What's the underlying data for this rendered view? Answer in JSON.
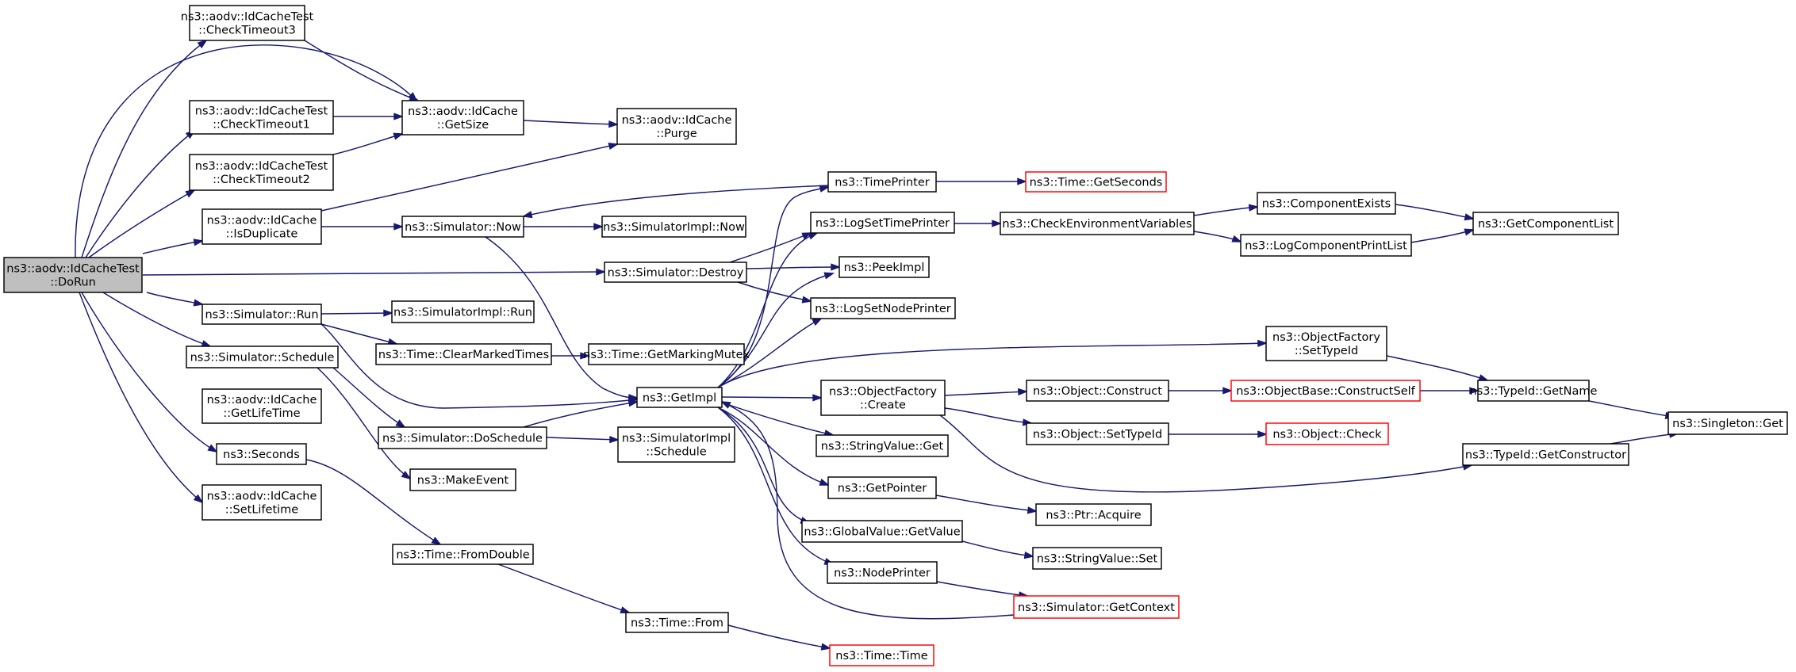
{
  "graph": {
    "edge_color": "#191970",
    "truncated_border_color": "#ff0000",
    "root_fill": "#bfbfbf",
    "nodes": [
      {
        "id": "dorun",
        "lines": [
          "ns3::aodv::IdCacheTest",
          "::DoRun"
        ],
        "root": true
      },
      {
        "id": "ct3",
        "lines": [
          "ns3::aodv::IdCacheTest",
          "::CheckTimeout3"
        ]
      },
      {
        "id": "ct1",
        "lines": [
          "ns3::aodv::IdCacheTest",
          "::CheckTimeout1"
        ]
      },
      {
        "id": "ct2",
        "lines": [
          "ns3::aodv::IdCacheTest",
          "::CheckTimeout2"
        ]
      },
      {
        "id": "isdup",
        "lines": [
          "ns3::aodv::IdCache",
          "::IsDuplicate"
        ]
      },
      {
        "id": "simrun",
        "lines": [
          "ns3::Simulator::Run"
        ]
      },
      {
        "id": "simsched",
        "lines": [
          "ns3::Simulator::Schedule"
        ]
      },
      {
        "id": "getlife",
        "lines": [
          "ns3::aodv::IdCache",
          "::GetLifeTime"
        ]
      },
      {
        "id": "seconds",
        "lines": [
          "ns3::Seconds"
        ]
      },
      {
        "id": "setlife",
        "lines": [
          "ns3::aodv::IdCache",
          "::SetLifetime"
        ]
      },
      {
        "id": "getsize",
        "lines": [
          "ns3::aodv::IdCache",
          "::GetSize"
        ]
      },
      {
        "id": "purge",
        "lines": [
          "ns3::aodv::IdCache",
          "::Purge"
        ]
      },
      {
        "id": "simnow",
        "lines": [
          "ns3::Simulator::Now"
        ]
      },
      {
        "id": "simimplnow",
        "lines": [
          "ns3::SimulatorImpl::Now"
        ]
      },
      {
        "id": "simdestroy",
        "lines": [
          "ns3::Simulator::Destroy"
        ]
      },
      {
        "id": "simimplrun",
        "lines": [
          "ns3::SimulatorImpl::Run"
        ]
      },
      {
        "id": "clearmarked",
        "lines": [
          "ns3::Time::ClearMarkedTimes"
        ]
      },
      {
        "id": "getmarking",
        "lines": [
          "ns3::Time::GetMarkingMutex"
        ]
      },
      {
        "id": "getimpl",
        "lines": [
          "ns3::GetImpl"
        ]
      },
      {
        "id": "doschedule",
        "lines": [
          "ns3::Simulator::DoSchedule"
        ]
      },
      {
        "id": "simimplsched",
        "lines": [
          "ns3::SimulatorImpl",
          "::Schedule"
        ]
      },
      {
        "id": "makeevent",
        "lines": [
          "ns3::MakeEvent"
        ]
      },
      {
        "id": "fromdouble",
        "lines": [
          "ns3::Time::FromDouble"
        ]
      },
      {
        "id": "timefrom",
        "lines": [
          "ns3::Time::From"
        ]
      },
      {
        "id": "timetime",
        "lines": [
          "ns3::Time::Time"
        ],
        "truncated": true
      },
      {
        "id": "timeprinter",
        "lines": [
          "ns3::TimePrinter"
        ]
      },
      {
        "id": "getseconds",
        "lines": [
          "ns3::Time::GetSeconds"
        ],
        "truncated": true
      },
      {
        "id": "logsettime",
        "lines": [
          "ns3::LogSetTimePrinter"
        ]
      },
      {
        "id": "checkenv",
        "lines": [
          "ns3::CheckEnvironmentVariables"
        ]
      },
      {
        "id": "compexists",
        "lines": [
          "ns3::ComponentExists"
        ]
      },
      {
        "id": "logcompprint",
        "lines": [
          "ns3::LogComponentPrintList"
        ]
      },
      {
        "id": "getcomplist",
        "lines": [
          "ns3::GetComponentList"
        ]
      },
      {
        "id": "peekimpl",
        "lines": [
          "ns3::PeekImpl"
        ]
      },
      {
        "id": "logsetnode",
        "lines": [
          "ns3::LogSetNodePrinter"
        ]
      },
      {
        "id": "ofsettypeid",
        "lines": [
          "ns3::ObjectFactory",
          "::SetTypeId"
        ]
      },
      {
        "id": "ofcreate",
        "lines": [
          "ns3::ObjectFactory",
          "::Create"
        ]
      },
      {
        "id": "objconstruct",
        "lines": [
          "ns3::Object::Construct"
        ]
      },
      {
        "id": "constructself",
        "lines": [
          "ns3::ObjectBase::ConstructSelf"
        ],
        "truncated": true
      },
      {
        "id": "typeidgetname",
        "lines": [
          "ns3::TypeId::GetName"
        ]
      },
      {
        "id": "singletonget",
        "lines": [
          "ns3::Singleton::Get"
        ]
      },
      {
        "id": "objsettypeid",
        "lines": [
          "ns3::Object::SetTypeId"
        ]
      },
      {
        "id": "objcheck",
        "lines": [
          "ns3::Object::Check"
        ],
        "truncated": true
      },
      {
        "id": "typeidgetctor",
        "lines": [
          "ns3::TypeId::GetConstructor"
        ]
      },
      {
        "id": "strvalget",
        "lines": [
          "ns3::StringValue::Get"
        ]
      },
      {
        "id": "getpointer",
        "lines": [
          "ns3::GetPointer"
        ]
      },
      {
        "id": "ptracquire",
        "lines": [
          "ns3::Ptr::Acquire"
        ]
      },
      {
        "id": "globalget",
        "lines": [
          "ns3::GlobalValue::GetValue"
        ]
      },
      {
        "id": "strvalset",
        "lines": [
          "ns3::StringValue::Set"
        ]
      },
      {
        "id": "nodeprinter",
        "lines": [
          "ns3::NodePrinter"
        ]
      },
      {
        "id": "simgetctx",
        "lines": [
          "ns3::Simulator::GetContext"
        ],
        "truncated": true
      }
    ]
  }
}
